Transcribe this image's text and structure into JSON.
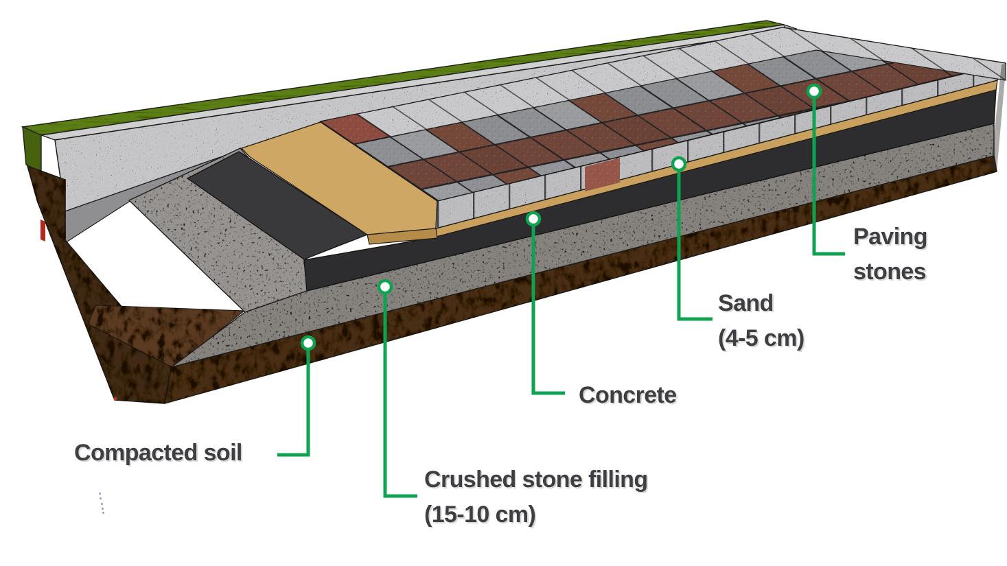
{
  "diagram": {
    "background": "#ffffff",
    "accent_green": "#0fa251",
    "label_color": "#3e3f42",
    "layers": [
      {
        "name": "Paving stones"
      },
      {
        "name": "Sand",
        "thickness": "4-5 cm"
      },
      {
        "name": "Concrete"
      },
      {
        "name": "Crushed stone filling",
        "thickness": "15-10 cm"
      },
      {
        "name": "Compacted soil"
      }
    ]
  },
  "labels": {
    "paving_stones": {
      "line1": "Paving",
      "line2": "stones"
    },
    "sand": {
      "line1": "Sand",
      "line2": "(4-5 cm)"
    },
    "concrete": {
      "line1": "Concrete"
    },
    "crushed_stone": {
      "line1": "Crushed stone filling",
      "line2": "(15-10 cm)"
    },
    "compacted_soil": {
      "line1": "Compacted soil"
    }
  }
}
